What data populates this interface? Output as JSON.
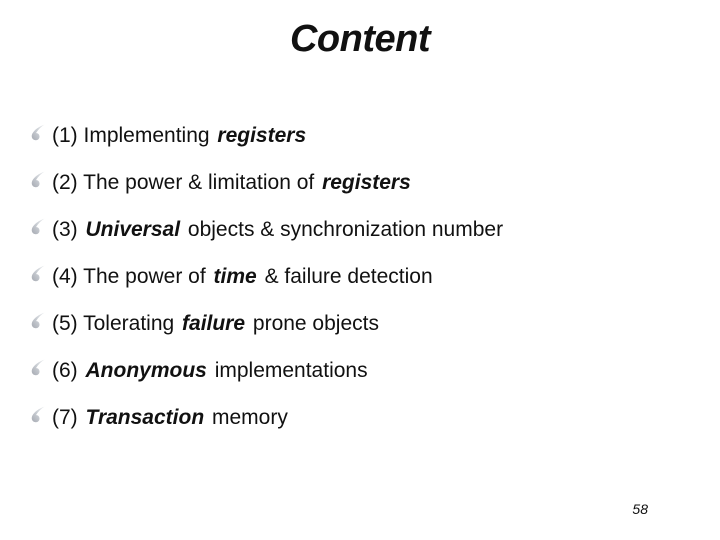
{
  "slide": {
    "title": "Content",
    "page_number": "58",
    "colors": {
      "background": "#ffffff",
      "text": "#111111",
      "bullet_light": "#eceef0",
      "bullet_mid": "#c6cad0",
      "bullet_dark": "#a6aab2"
    },
    "bullet_icon": "comma-swoosh-icon"
  },
  "items": [
    {
      "segments": [
        {
          "text": "(1) Implementing ",
          "em": false
        },
        {
          "text": "registers",
          "em": true
        }
      ]
    },
    {
      "segments": [
        {
          "text": "(2) The power & limitation of ",
          "em": false
        },
        {
          "text": "registers",
          "em": true
        }
      ]
    },
    {
      "segments": [
        {
          "text": "(3) ",
          "em": false
        },
        {
          "text": "Universal",
          "em": true
        },
        {
          "text": " objects & synchronization number",
          "em": false
        }
      ]
    },
    {
      "segments": [
        {
          "text": "(4) The power of ",
          "em": false
        },
        {
          "text": "time",
          "em": true
        },
        {
          "text": " & failure detection",
          "em": false
        }
      ]
    },
    {
      "segments": [
        {
          "text": "(5) Tolerating ",
          "em": false
        },
        {
          "text": "failure",
          "em": true
        },
        {
          "text": " prone objects",
          "em": false
        }
      ]
    },
    {
      "segments": [
        {
          "text": "(6) ",
          "em": false
        },
        {
          "text": "Anonymous",
          "em": true
        },
        {
          "text": " implementations",
          "em": false
        }
      ]
    },
    {
      "segments": [
        {
          "text": "(7) ",
          "em": false
        },
        {
          "text": "Transaction",
          "em": true
        },
        {
          "text": " memory",
          "em": false
        }
      ]
    }
  ]
}
